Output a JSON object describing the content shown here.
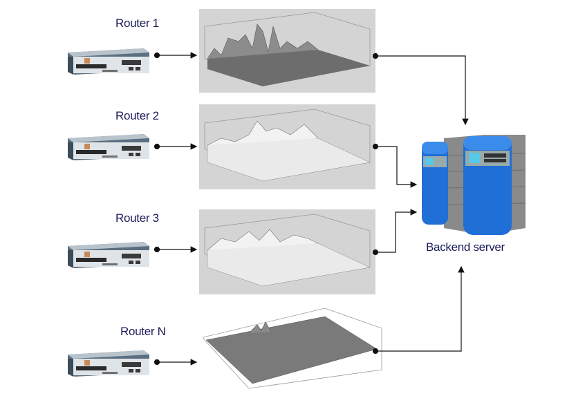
{
  "routers": [
    {
      "label": "Router 1"
    },
    {
      "label": "Router 2"
    },
    {
      "label": "Router 3"
    },
    {
      "label": "Router N"
    }
  ],
  "server": {
    "label": "Backend server"
  },
  "colors": {
    "label_text": "#1c1c5c",
    "server_blue": "#1f6fd6",
    "server_gray": "#8a8a8a",
    "plot_bg": "#d4d4d4"
  }
}
